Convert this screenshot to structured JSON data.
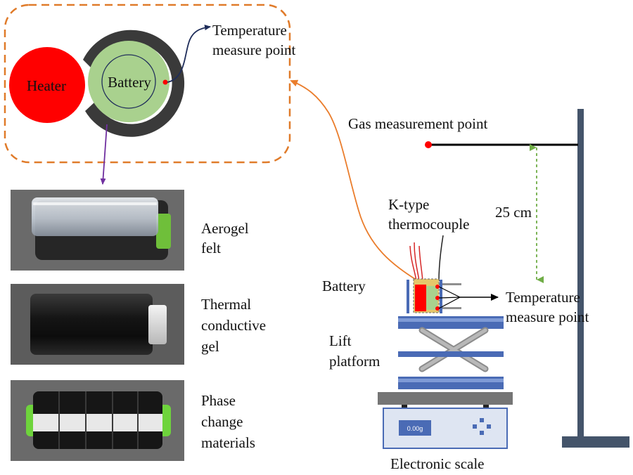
{
  "schematic": {
    "heater_label": "Heater",
    "battery_label": "Battery",
    "temp_point_label": "Temperature measure point"
  },
  "samples": [
    {
      "label": "Aerogel felt",
      "lines": [
        "Aerogel",
        "felt"
      ]
    },
    {
      "label": "Thermal conductive gel",
      "lines": [
        "Thermal",
        "conductive",
        "gel"
      ]
    },
    {
      "label": "Phase change materials",
      "lines": [
        "Phase",
        "change",
        "materials"
      ]
    }
  ],
  "setup": {
    "gas_point_label": "Gas measurement point",
    "distance_label": "25 cm",
    "thermocouple_label": "K-type thermocouple",
    "battery_label": "Battery",
    "temp_point_label": "Temperature measure point",
    "lift_label": "Lift platform",
    "scale_label": "Electronic scale",
    "scale_readout": "0.00g"
  },
  "colors": {
    "dashed_box": "#e07b2a",
    "orange_lead": "#ea7d2c",
    "navy_arrow": "#1f2d5a",
    "purple_arrow": "#7030a0",
    "green_dim": "#70ad47",
    "heater": "#ff0000",
    "battery": "#a9d18e",
    "holder": "#3a3a3a",
    "platform_blue": "#4a6bb5",
    "stand": "#44546a"
  }
}
